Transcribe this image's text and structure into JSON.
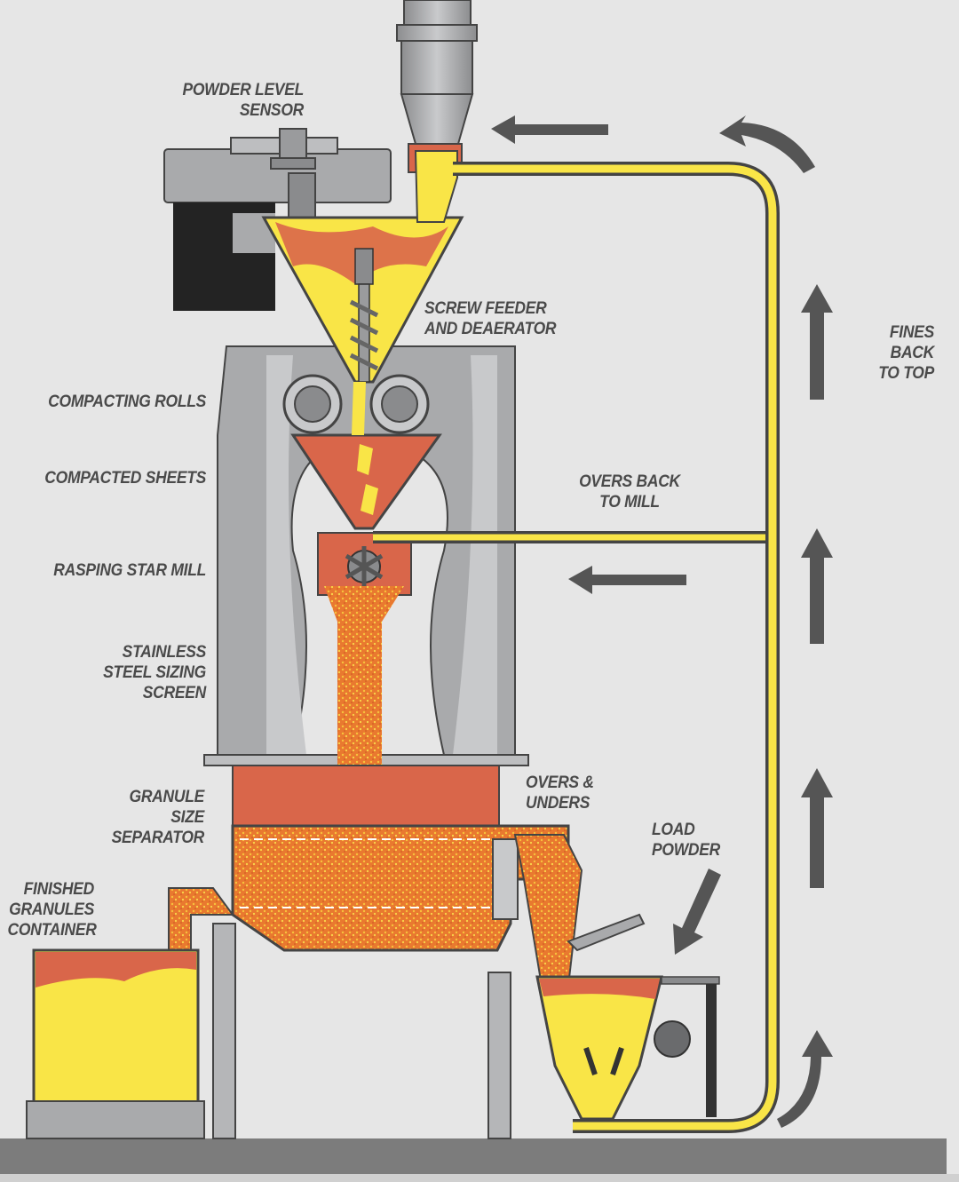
{
  "labels": {
    "powder_level_sensor": "POWDER LEVEL\nSENSOR",
    "screw_feeder": "SCREW FEEDER\nAND DEAERATOR",
    "fines_back": "FINES\nBACK\nTO TOP",
    "compacting_rolls": "COMPACTING ROLLS",
    "compacted_sheets": "COMPACTED SHEETS",
    "overs_back": "OVERS BACK\nTO MILL",
    "rasping_star_mill": "RASPING STAR MILL",
    "sizing_screen": "STAINLESS\nSTEEL SIZING\nSCREEN",
    "granule_separator": "GRANULE\nSIZE\nSEPARATOR",
    "overs_unders": "OVERS &\nUNDERS",
    "load_powder": "LOAD\nPOWDER",
    "finished_container": "FINISHED\nGRANULES\nCONTAINER"
  },
  "colors": {
    "background": "#e6e6e6",
    "machine_gray": "#a9aaac",
    "dark_gray": "#4d4d4d",
    "powder_yellow": "#f9e547",
    "compacted_red": "#d9664a",
    "granule_orange": "#e9792f",
    "arrow_gray": "#555555",
    "floor": "#7c7c7c"
  }
}
